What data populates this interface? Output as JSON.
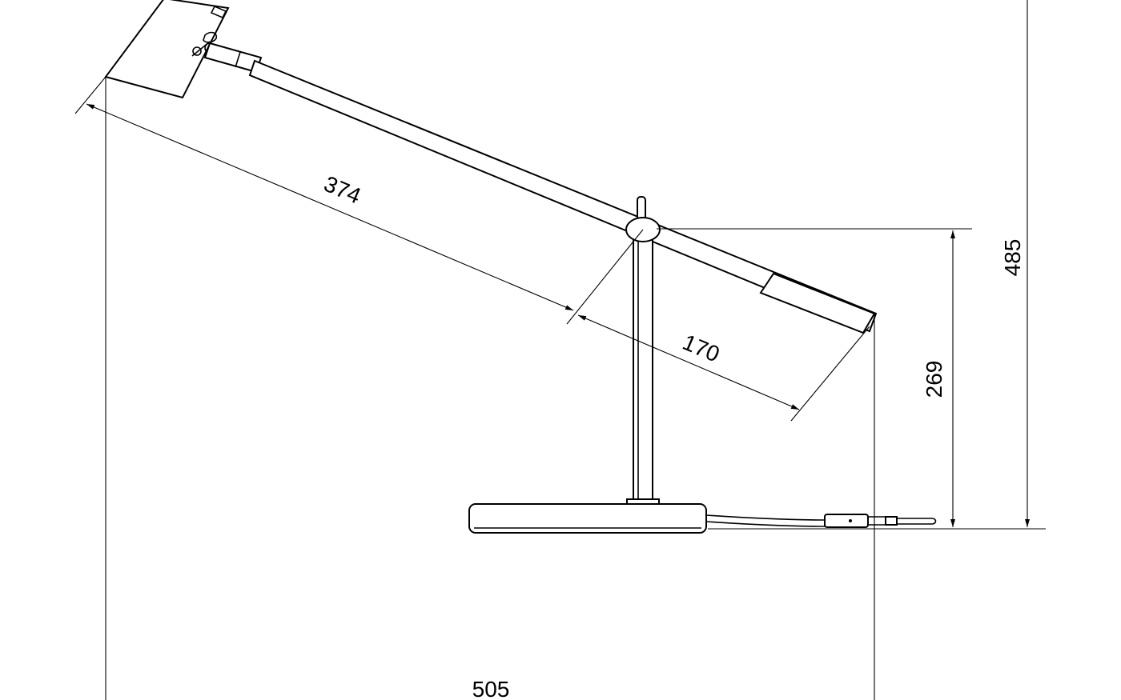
{
  "drawing": {
    "dimensions": {
      "arm_length_front": "374",
      "arm_length_rear": "170",
      "pivot_height": "269",
      "total_height": "485",
      "total_width": "505"
    }
  }
}
